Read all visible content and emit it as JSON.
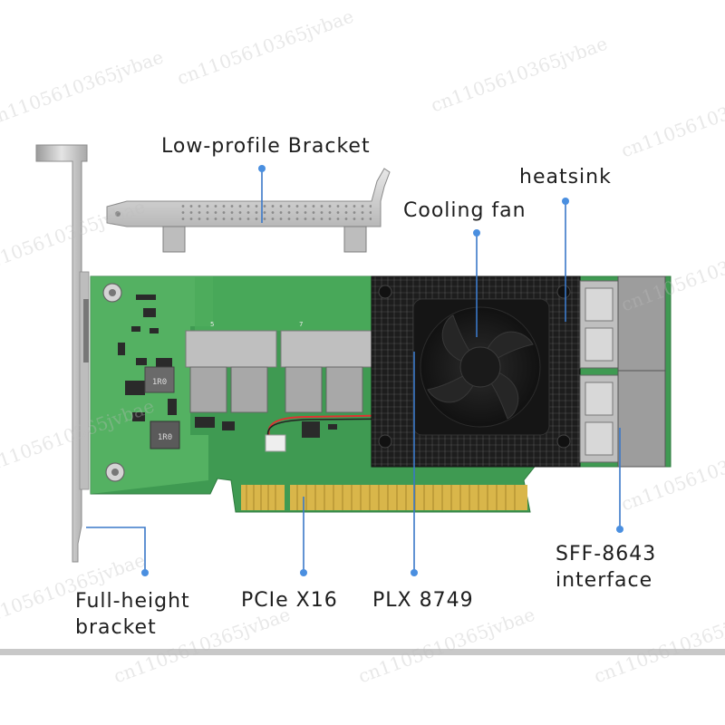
{
  "labels": {
    "low_profile_bracket": "Low-profile Bracket",
    "heatsink": "heatsink",
    "cooling_fan": "Cooling fan",
    "full_height_bracket_line1": "Full-height",
    "full_height_bracket_line2": "bracket",
    "pcie_x16": "PCIe X16",
    "plx_8749": "PLX 8749",
    "sff_8643_line1": "SFF-8643",
    "sff_8643_line2": "interface"
  },
  "board_markings": {
    "connector_numbers": [
      "5",
      "7"
    ],
    "inductor_1": "1R0",
    "inductor_2": "1R0"
  },
  "watermark": "cn1105610365jvbae",
  "colors": {
    "pcb": "#3f9a52",
    "pcb_light": "#5db86a",
    "heatsink": "#1b1b1b",
    "leader": "#3a78c8",
    "dot": "#4a8fe0",
    "text": "#1e1e1e",
    "gold": "#d9b64a",
    "bracket": "#cfcfcf"
  }
}
